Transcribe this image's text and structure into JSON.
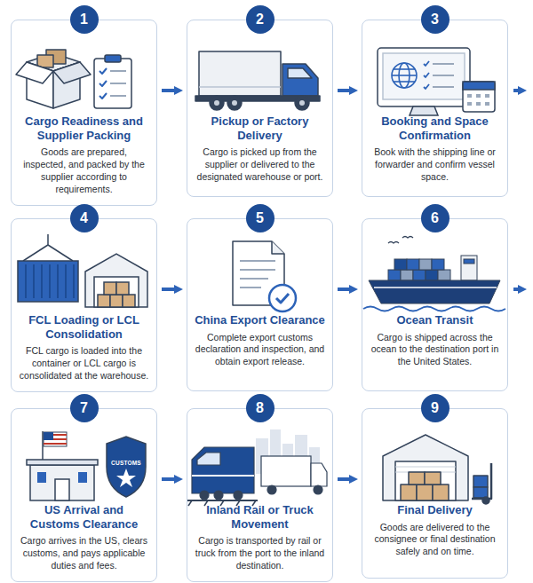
{
  "diagram": {
    "nodes": [
      {
        "text": [
          "Cargo Readiness and Supplier Packing",
          "Goods are prepared, inspected, and packed by the supplier according to requirements."
        ]
      },
      {
        "text": [
          "1"
        ],
        "in": 0
      },
      {
        "text": [
          "Pickup or Factory Delivery",
          "Cargo is picked up from the supplier or delivered to the designated warehouse or port."
        ]
      },
      {
        "text": [
          "2"
        ],
        "in": 2
      },
      {
        "text": [
          "Booking and Space Confirmation",
          "Book with the shipping line or forwarder and confirm vessel space."
        ]
      },
      {
        "text": [
          "3"
        ],
        "in": 4
      },
      {
        "text": [
          "FCL Loading or LCL Consolidation",
          "FCL cargo is loaded into the container or LCL cargo is consolidated at the warehouse."
        ]
      },
      {
        "text": [
          "4"
        ],
        "in": 6
      },
      {
        "text": [
          "China Export Clearance",
          "Complete export customs declaration and inspection, and obtain export release."
        ]
      },
      {
        "text": [
          "5"
        ],
        "in": 8
      },
      {
        "text": [
          "Ocean Transit",
          "Cargo is shipped across the ocean to the destination port in the United States."
        ]
      },
      {
        "text": [
          "6"
        ],
        "in": 10
      },
      {
        "text": [
          "US Arrival and Customs Clearance",
          "Cargo arrives in the US, clears customs, and pays applicable duties and fees."
        ]
      },
      {
        "text": [
          "7"
        ],
        "in": 12
      },
      {
        "text": [
          "Inland Rail or Truck Movement",
          "Cargo is transported by rail or truck from the port to the inland destination."
        ]
      },
      {
        "text": [
          "8"
        ],
        "in": 14
      },
      {
        "text": [
          "Final Delivery",
          "Goods are delivered to the consignee or final destination safely and on time."
        ]
      },
      {
        "text": [
          "9"
        ],
        "in": 16
      }
    ],
    "edges": [
      {
        "from": 0,
        "to": 2,
        "arrow": "to"
      },
      {
        "from": 2,
        "to": 4,
        "arrow": "to"
      },
      {
        "from": 6,
        "to": 8,
        "arrow": "to"
      },
      {
        "from": 8,
        "to": 10,
        "arrow": "to"
      },
      {
        "from": 12,
        "to": 14,
        "arrow": "to"
      },
      {
        "from": 14,
        "to": 16,
        "arrow": "to"
      }
    ],
    "labels": [
      "CUSTOMS"
    ]
  }
}
